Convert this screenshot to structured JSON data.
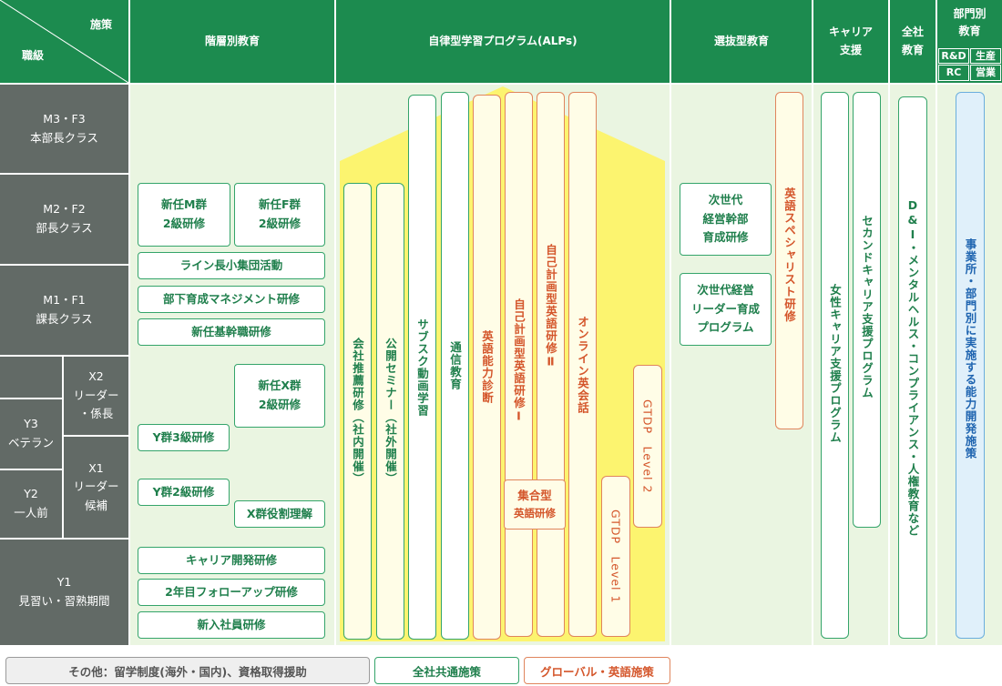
{
  "header": {
    "shisaku": "施策",
    "shokkyu": "職級",
    "col_kaisou": "階層別教育",
    "col_alps": "自律型学習プログラム(ALPs)",
    "col_senbatsu": "選抜型教育",
    "col_career_1": "キャリア",
    "col_career_2": "支援",
    "col_zensha_1": "全社",
    "col_zensha_2": "教育",
    "col_bumon_1": "部門別",
    "col_bumon_2": "教育",
    "sub_rd": "R&D",
    "sub_seisan": "生産",
    "sub_rc": "RC",
    "sub_eigyo": "営業"
  },
  "rows": {
    "m3_1": "M3・F3",
    "m3_2": "本部長クラス",
    "m2_1": "M2・F2",
    "m2_2": "部長クラス",
    "m1_1": "M1・F1",
    "m1_2": "課長クラス",
    "x2_1": "X2",
    "x2_2": "リーダー",
    "x2_3": "・係長",
    "y3_1": "Y3",
    "y3_2": "ベテラン",
    "x1_1": "X1",
    "x1_2": "リーダー",
    "x1_3": "候補",
    "y2_1": "Y2",
    "y2_2": "一人前",
    "y1_1": "Y1",
    "y1_2": "見習い・習熟期間"
  },
  "kaisou": {
    "shinnin_m_1": "新任M群",
    "shinnin_m_2": "2級研修",
    "shinnin_f_1": "新任F群",
    "shinnin_f_2": "2級研修",
    "line_chou": "ライン長小集団活動",
    "buka_ikusei": "部下育成マネジメント研修",
    "shinnin_kikan": "新任基幹職研修",
    "shinnin_x_1": "新任X群",
    "shinnin_x_2": "2級研修",
    "y3_kenshu": "Y群3級研修",
    "y2_kenshu": "Y群2級研修",
    "x_yakuwari": "X群役割理解",
    "career_kaihatsu": "キャリア開発研修",
    "followup": "2年目フォローアップ研修",
    "shinnyu": "新入社員研修"
  },
  "alps": {
    "kaisha_suisen": "会社推薦研修",
    "shanai": "（社内開催）",
    "koukai": "公開セミナー",
    "shagai": "（社外開催）",
    "subsc": "サブスク動画学習",
    "tsushin": "通信教育",
    "eigo_shindan": "英語能力診断",
    "jiko_1": "自己計画型英語研修Ⅰ",
    "jiko_2": "自己計画型英語研修Ⅱ",
    "online": "オンライン英会話",
    "gtdp_2": "GTDP　Level 2",
    "gtdp_1": "GTDP　Level 1",
    "shugou_1": "集合型",
    "shugou_2": "英語研修"
  },
  "senbatsu": {
    "jisedai_1": "次世代",
    "jisedai_2": "経営幹部",
    "jisedai_3": "育成研修",
    "jisedai_prog_1": "次世代経営",
    "jisedai_prog_2": "リーダー育成",
    "jisedai_prog_3": "プログラム",
    "eigo_specialist": "英語スペシャリスト研修"
  },
  "career": {
    "josei": "女性キャリア支援プログラム",
    "second": "セカンドキャリア支援プログラム"
  },
  "zensha": {
    "di": "D&I・メンタルヘルス・コンプライアンス・人権教育など"
  },
  "bumon": {
    "jigyousho": "事業所・部門別に実施する能力開発施策"
  },
  "legend": {
    "sonota": "その他：留学制度(海外・国内)、資格取得援助",
    "zensha_kyotsu": "全社共通施策",
    "global": "グローバル・英語施策"
  },
  "colors": {
    "header_green": "#1c8b4f",
    "row_gray": "#626a66",
    "bg_green": "#eaf5e1",
    "box_green": "#34a46a",
    "orange": "#e0855d",
    "yellow": "#fff176",
    "blue": "#6aaedd"
  }
}
